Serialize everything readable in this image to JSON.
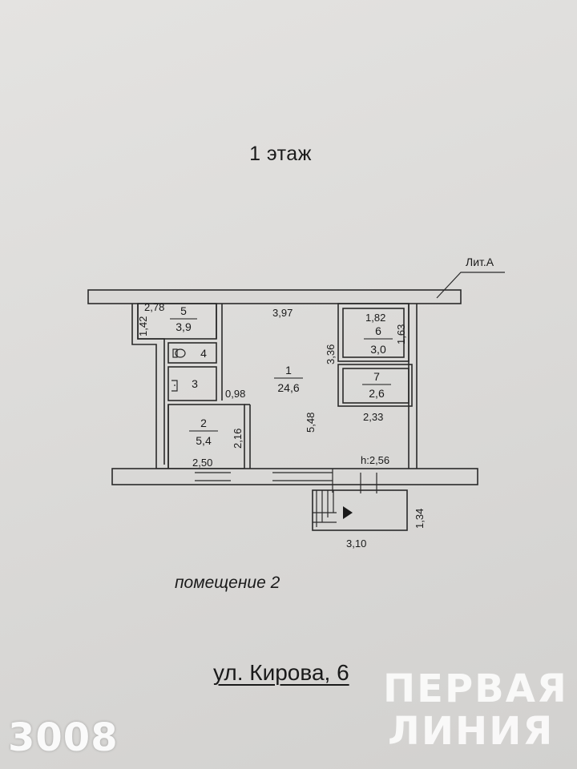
{
  "header": {
    "floor_title": "1 этаж"
  },
  "plan": {
    "building_letter": "Лит.А",
    "rooms": [
      {
        "number": "1",
        "area": "24,6"
      },
      {
        "number": "2",
        "area": "5,4"
      },
      {
        "number": "3",
        "area": ""
      },
      {
        "number": "4",
        "area": ""
      },
      {
        "number": "5",
        "area": "3,9"
      },
      {
        "number": "6",
        "area": "3,0"
      },
      {
        "number": "7",
        "area": "2,6"
      }
    ],
    "dimensions": [
      "2,78",
      "1,42",
      "3,97",
      "1,82",
      "1,63",
      "3,36",
      "0,98",
      "5,48",
      "2,33",
      "2,16",
      "2,50",
      "h:2,56",
      "1,34",
      "3,10"
    ]
  },
  "room_caption": "помещение 2",
  "address": "ул. Кирова, 6",
  "listing_id": "3008",
  "watermark": {
    "line1": "ПЕРВАЯ",
    "line2": "ЛИНИЯ"
  }
}
